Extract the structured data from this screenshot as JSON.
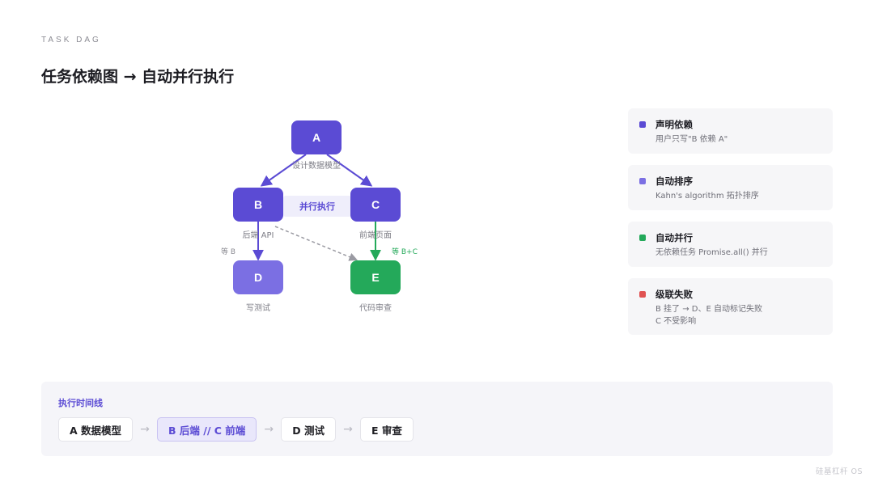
{
  "eyebrow": "TASK DAG",
  "title": "任务依赖图 → 自动并行执行",
  "colors": {
    "primary": "#5b4bd4",
    "light_purple": "#7b6fe3",
    "green": "#24a95a",
    "red": "#e05252",
    "dashed": "#9a9aa2"
  },
  "diagram": {
    "nodes": [
      {
        "id": "A",
        "label": "A",
        "caption": "设计数据模型",
        "color": "#5b4bd4"
      },
      {
        "id": "B",
        "label": "B",
        "caption": "后端 API",
        "color": "#5b4bd4"
      },
      {
        "id": "C",
        "label": "C",
        "caption": "前端页面",
        "color": "#5b4bd4"
      },
      {
        "id": "D",
        "label": "D",
        "caption": "写测试",
        "color": "#7b6fe3"
      },
      {
        "id": "E",
        "label": "E",
        "caption": "代码审查",
        "color": "#24a95a"
      }
    ],
    "parallel_label": "并行执行",
    "wait_b": "等 B",
    "wait_bc": "等 B+C"
  },
  "legend": [
    {
      "title": "声明依赖",
      "desc": [
        "用户只写\"B 依赖 A\""
      ],
      "color": "#5b4bd4"
    },
    {
      "title": "自动排序",
      "desc": [
        "Kahn's algorithm 拓扑排序"
      ],
      "color": "#7b6fe3"
    },
    {
      "title": "自动并行",
      "desc": [
        "无依赖任务 Promise.all() 并行"
      ],
      "color": "#24a95a"
    },
    {
      "title": "级联失败",
      "desc": [
        "B 挂了 → D、E 自动标记失败",
        "C 不受影响"
      ],
      "color": "#e05252"
    }
  ],
  "timeline": {
    "title": "执行时间线",
    "steps": [
      "A 数据模型",
      "B 后端 // C 前端",
      "D 测试",
      "E 审查"
    ],
    "arrow": "→"
  },
  "footer": "硅基杠杆 OS"
}
